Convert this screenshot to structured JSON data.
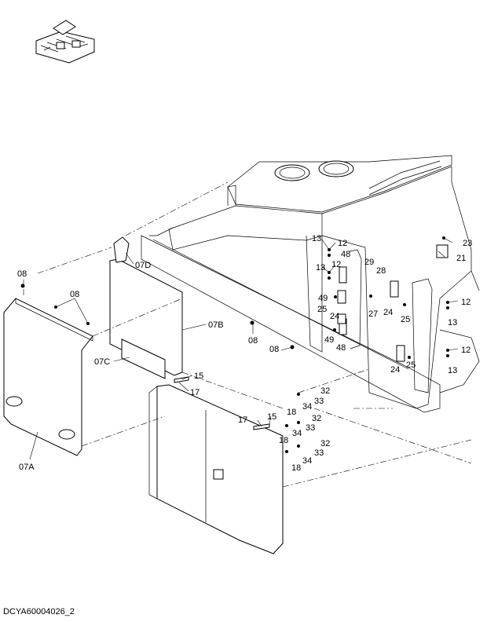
{
  "drawing_id": "DCYA60004026_2",
  "callouts": {
    "c08_a": "08",
    "c08_b": "08",
    "c08_c": "08",
    "c08_d": "08",
    "c07A": "07A",
    "c07B": "07B",
    "c07C": "07C",
    "c07D": "07D",
    "c12_a": "12",
    "c12_b": "12",
    "c12_c": "12",
    "c12_d": "12",
    "c13_a": "13",
    "c13_b": "13",
    "c13_c": "13",
    "c13_d": "13",
    "c15_a": "15",
    "c15_b": "15",
    "c17_a": "17",
    "c17_b": "17",
    "c18_a": "18",
    "c18_b": "18",
    "c18_c": "18",
    "c21": "21",
    "c23": "23",
    "c24_a": "24",
    "c24_b": "24",
    "c24_c": "24",
    "c25_a": "25",
    "c25_b": "25",
    "c25_c": "25",
    "c27": "27",
    "c28": "28",
    "c29": "29",
    "c32_a": "32",
    "c32_b": "32",
    "c32_c": "32",
    "c33_a": "33",
    "c33_b": "33",
    "c33_c": "33",
    "c34_a": "34",
    "c34_b": "34",
    "c34_c": "34",
    "c48_a": "48",
    "c48_b": "48",
    "c49_a": "49",
    "c49_b": "49"
  }
}
